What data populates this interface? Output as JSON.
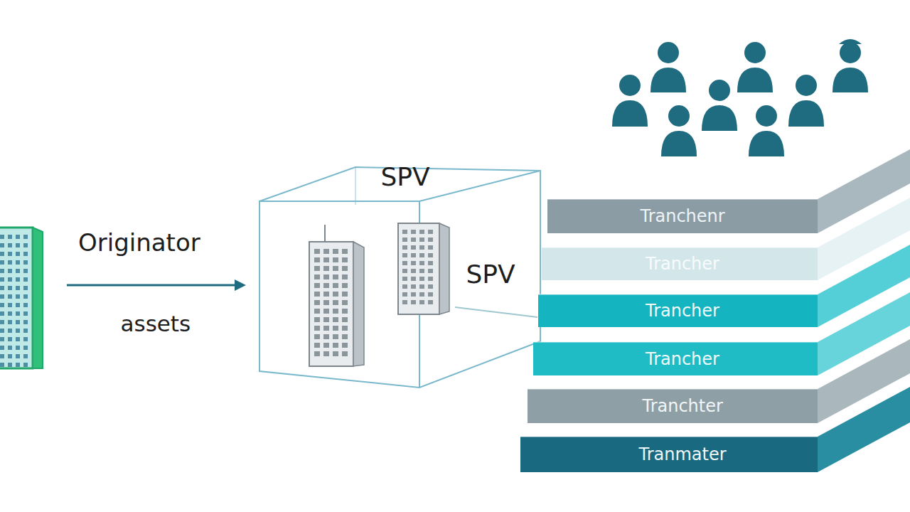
{
  "diagram": {
    "nodes": [
      {
        "text": [
          "Originator"
        ]
      },
      {
        "text": [
          "SPV",
          "SPV"
        ]
      },
      {
        "text": [
          "Tranchenr"
        ]
      },
      {
        "text": [
          "Trancher"
        ]
      },
      {
        "text": [
          "Trancher"
        ]
      },
      {
        "text": [
          "Trancher"
        ]
      },
      {
        "text": [
          "Tranchter"
        ]
      },
      {
        "text": [
          "Tranmater"
        ]
      }
    ],
    "edges": [
      {
        "from": 0,
        "to": 1,
        "arrow": "to",
        "label": "assets"
      }
    ]
  }
}
